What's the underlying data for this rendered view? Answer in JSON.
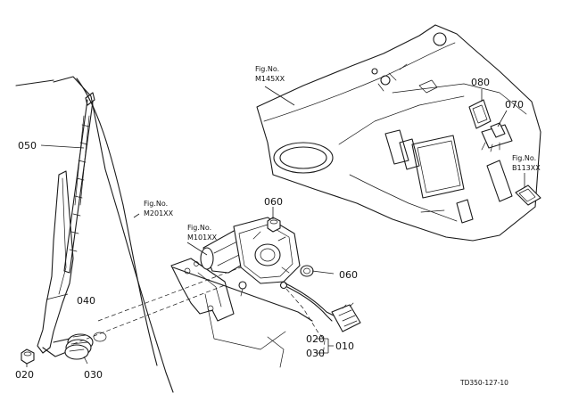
{
  "figure_refs": {
    "m145": {
      "line1": "Fig.No.",
      "line2": "M145XX"
    },
    "m201": {
      "line1": "Fig.No.",
      "line2": "M201XX"
    },
    "m101": {
      "line1": "Fig.No.",
      "line2": "M101XX"
    },
    "b113": {
      "line1": "Fig.No.",
      "line2": "B113XX"
    }
  },
  "part_labels": {
    "p050": "050",
    "p040": "040",
    "p020_left": "020",
    "p030_left": "030",
    "p060_top": "060",
    "p060_right": "060",
    "p080": "080",
    "p070": "070",
    "p020_right": "020",
    "p030_right": "030",
    "p010": "010"
  },
  "drawing_code": "TD350-127-10"
}
